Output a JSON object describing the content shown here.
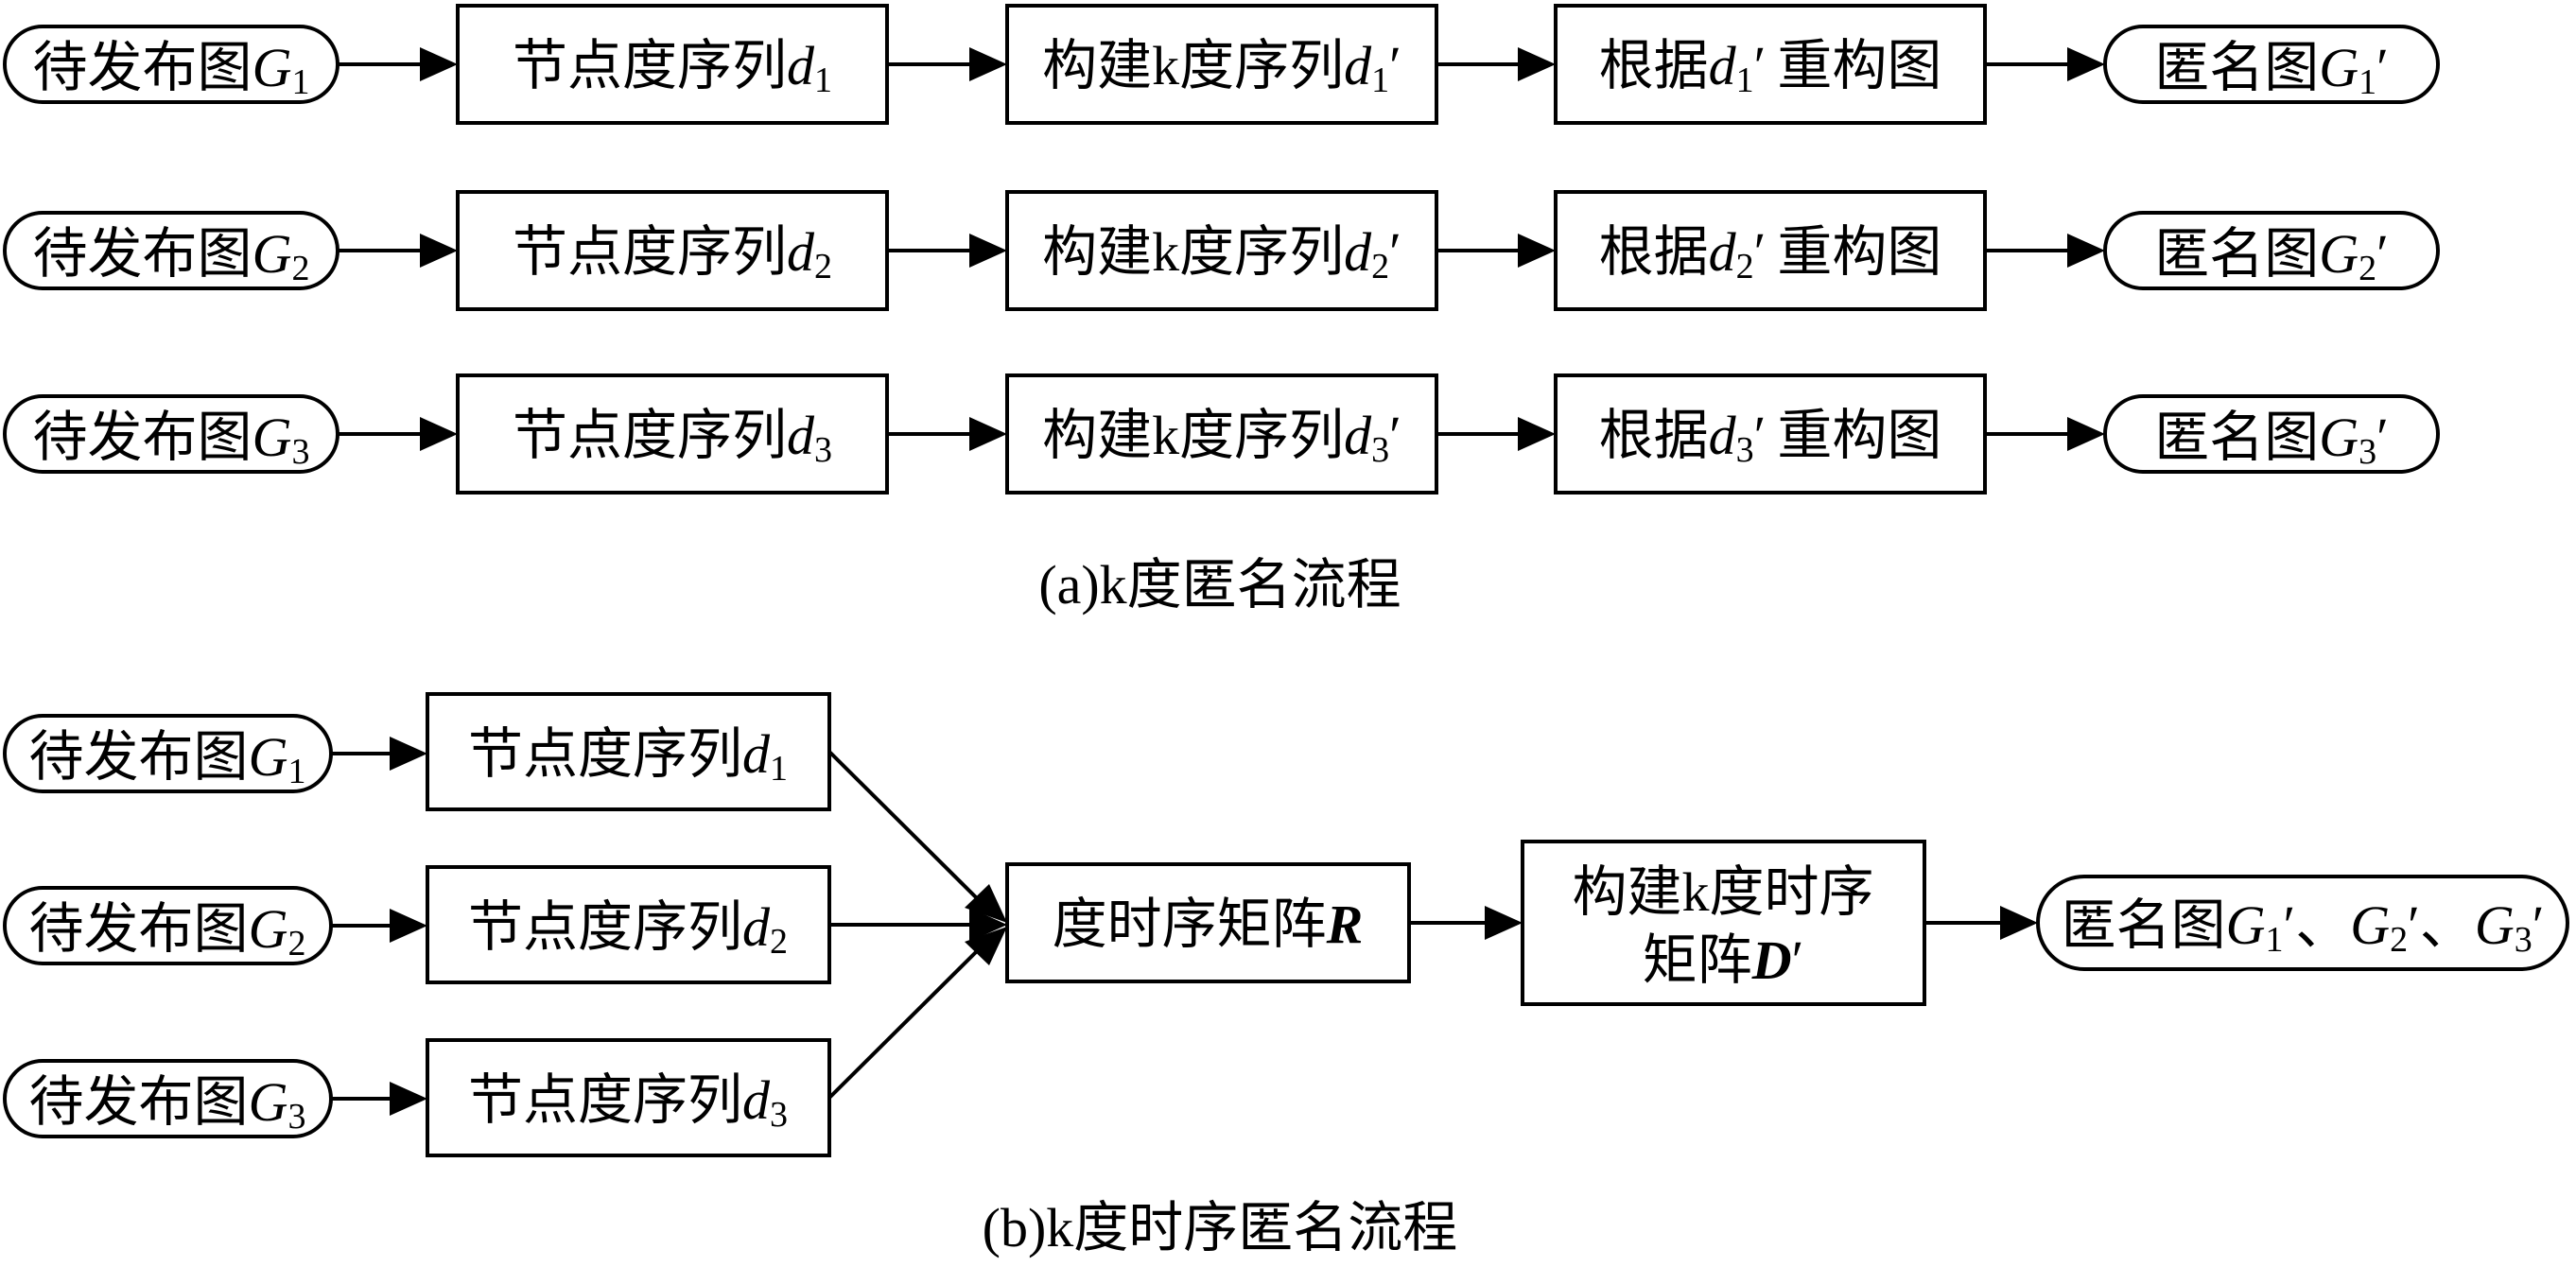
{
  "section_a": {
    "caption": "(a)k度匿名流程",
    "rows": [
      {
        "input": {
          "prefix": "待发布图",
          "var": "G",
          "sub": "1"
        },
        "step1": {
          "prefix": "节点度序列",
          "var": "d",
          "sub": "1"
        },
        "step2": {
          "prefix": "构建k度序列",
          "var": "d",
          "sub": "1",
          "prime": "′"
        },
        "step3": {
          "prefix": "根据",
          "var": "d",
          "sub": "1",
          "prime": "′",
          "suffix": "重构图"
        },
        "output": {
          "prefix": "匿名图",
          "var": "G",
          "sub": "1",
          "prime": "′"
        }
      },
      {
        "input": {
          "prefix": "待发布图",
          "var": "G",
          "sub": "2"
        },
        "step1": {
          "prefix": "节点度序列",
          "var": "d",
          "sub": "2"
        },
        "step2": {
          "prefix": "构建k度序列",
          "var": "d",
          "sub": "2",
          "prime": "′"
        },
        "step3": {
          "prefix": "根据",
          "var": "d",
          "sub": "2",
          "prime": "′",
          "suffix": "重构图"
        },
        "output": {
          "prefix": "匿名图",
          "var": "G",
          "sub": "2",
          "prime": "′"
        }
      },
      {
        "input": {
          "prefix": "待发布图",
          "var": "G",
          "sub": "3"
        },
        "step1": {
          "prefix": "节点度序列",
          "var": "d",
          "sub": "3"
        },
        "step2": {
          "prefix": "构建k度序列",
          "var": "d",
          "sub": "3",
          "prime": "′"
        },
        "step3": {
          "prefix": "根据",
          "var": "d",
          "sub": "3",
          "prime": "′",
          "suffix": "重构图"
        },
        "output": {
          "prefix": "匿名图",
          "var": "G",
          "sub": "3",
          "prime": "′"
        }
      }
    ]
  },
  "section_b": {
    "caption": "(b)k度时序匿名流程",
    "inputs": [
      {
        "input": {
          "prefix": "待发布图",
          "var": "G",
          "sub": "1"
        },
        "seq": {
          "prefix": "节点度序列",
          "var": "d",
          "sub": "1"
        }
      },
      {
        "input": {
          "prefix": "待发布图",
          "var": "G",
          "sub": "2"
        },
        "seq": {
          "prefix": "节点度序列",
          "var": "d",
          "sub": "2"
        }
      },
      {
        "input": {
          "prefix": "待发布图",
          "var": "G",
          "sub": "3"
        },
        "seq": {
          "prefix": "节点度序列",
          "var": "d",
          "sub": "3"
        }
      }
    ],
    "matrix": {
      "prefix": "度时序矩阵",
      "var": "R"
    },
    "kmatrix": {
      "line1": "构建k度时序",
      "line2_prefix": "矩阵",
      "var": "D",
      "prime": "′"
    },
    "output": {
      "prefix": "匿名图",
      "items": [
        {
          "var": "G",
          "sub": "1",
          "prime": "′"
        },
        {
          "var": "G",
          "sub": "2",
          "prime": "′"
        },
        {
          "var": "G",
          "sub": "3",
          "prime": "′"
        }
      ],
      "separator": "、"
    }
  }
}
